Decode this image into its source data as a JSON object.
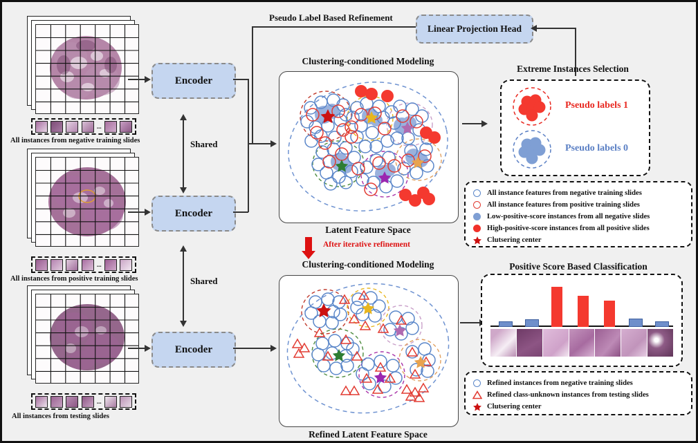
{
  "figure": {
    "background_color": "#f0f0f0",
    "border_color": "#111111"
  },
  "headers": {
    "pseudo_label_refinement": "Pseudo Label Based Refinement",
    "linear_projection_head": "Linear Projection Head",
    "clustering_top": "Clustering-conditioned Modeling",
    "clustering_bottom": "Clustering-conditioned Modeling",
    "extreme_instances_selection": "Extreme Instances Selection",
    "positive_score_classification": "Positive Score Based Classification",
    "latent_feature_space": "Latent Feature Space",
    "refined_latent_feature_space": "Refined Latent Feature Space",
    "after_iterative_refinement": "After iterative refinement"
  },
  "encoders": [
    {
      "label": "Encoder"
    },
    {
      "label": "Encoder"
    },
    {
      "label": "Encoder"
    }
  ],
  "shared_labels": [
    "Shared",
    "Shared"
  ],
  "slide_stacks": [
    {
      "caption": "All instances from negative training slides",
      "grid_cols": 7,
      "grid_rows": 7,
      "patch_count": 6
    },
    {
      "caption": "All instances from positive training slides",
      "grid_cols": 7,
      "grid_rows": 7,
      "patch_count": 6
    },
    {
      "caption": "All instances from testing slides",
      "grid_cols": 7,
      "grid_rows": 7,
      "patch_count": 6
    }
  ],
  "pseudo_labels": [
    {
      "label": "Pseudo labels 1",
      "color": "#e8271f",
      "cluster_color": "#e8271f"
    },
    {
      "label": "Pseudo labels 0",
      "color": "#5a7fc4",
      "cluster_color": "#5a7fc4"
    }
  ],
  "legend_top": {
    "items": [
      {
        "icon": "open-circle-blue",
        "color": "#5a86c9",
        "filled": false,
        "shape": "circle",
        "text": "All instance features from negative training slides"
      },
      {
        "icon": "open-circle-red",
        "color": "#e23b32",
        "filled": false,
        "shape": "circle",
        "text": "All instance features from positive training slides"
      },
      {
        "icon": "filled-circle-blue",
        "color": "#7f9fd4",
        "filled": true,
        "shape": "circle",
        "text": "Low-positive-score instances from all negative slides"
      },
      {
        "icon": "filled-circle-red",
        "color": "#f1312a",
        "filled": true,
        "shape": "circle",
        "text": "High-positive-score instances from all positive slides"
      },
      {
        "icon": "star-red",
        "color": "#cc1111",
        "filled": true,
        "shape": "star",
        "text": "Clutsering center"
      }
    ]
  },
  "legend_bottom": {
    "items": [
      {
        "icon": "open-circle-blue",
        "color": "#5a86c9",
        "filled": false,
        "shape": "circle",
        "text": "Refined instances from negative training slides"
      },
      {
        "icon": "open-triangle-red",
        "color": "#e23b32",
        "filled": false,
        "shape": "triangle",
        "text": "Refined class-unknown instances from testing slides"
      },
      {
        "icon": "star-red",
        "color": "#cc1111",
        "filled": true,
        "shape": "star",
        "text": "Clutsering center"
      }
    ]
  },
  "chart_data": {
    "type": "bar",
    "title": "Positive Score Based Classification",
    "categories": [
      "patch 1",
      "patch 2",
      "patch 3",
      "patch 4",
      "patch 5",
      "patch 6",
      "patch 7"
    ],
    "values": [
      8,
      13,
      85,
      66,
      55,
      14,
      8
    ],
    "colors": [
      "#6f8fcb",
      "#6f8fcb",
      "#f4392f",
      "#f4392f",
      "#f4392f",
      "#6f8fcb",
      "#6f8fcb"
    ],
    "xlabel": "",
    "ylabel": "",
    "ylim": [
      0,
      100
    ],
    "grid": false,
    "legend_position": "none",
    "note": "blue bars = low positive score instances, red bars = high positive score instances; each bar sits above its tissue patch thumbnail"
  },
  "cluster_plot_top": {
    "outer_color": "#6f93d1",
    "cluster_colors": [
      "#c0392b",
      "#e8b61f",
      "#c9a0c9",
      "#4e8c3f",
      "#a832a8",
      "#e0a060"
    ],
    "star_colors": [
      "#cc1111",
      "#e8b61f",
      "#b06ab0",
      "#2e7d32",
      "#9b27b0",
      "#e8a34f"
    ],
    "negative_circle_color": "#5a86c9",
    "positive_circle_color": "#e23b32",
    "low_score_fill": "#8fa9da",
    "high_score_fill": "#f4392f"
  },
  "cluster_plot_bottom": {
    "outer_color": "#6f93d1",
    "cluster_colors": [
      "#c0392b",
      "#e8b61f",
      "#c9a0c9",
      "#4e8c3f",
      "#a832a8",
      "#e0a060"
    ],
    "star_colors": [
      "#cc1111",
      "#e8b61f",
      "#b06ab0",
      "#2e7d32",
      "#9b27b0",
      "#e8a34f"
    ],
    "refined_circle_color": "#5a86c9",
    "unknown_triangle_color": "#e23b32"
  }
}
